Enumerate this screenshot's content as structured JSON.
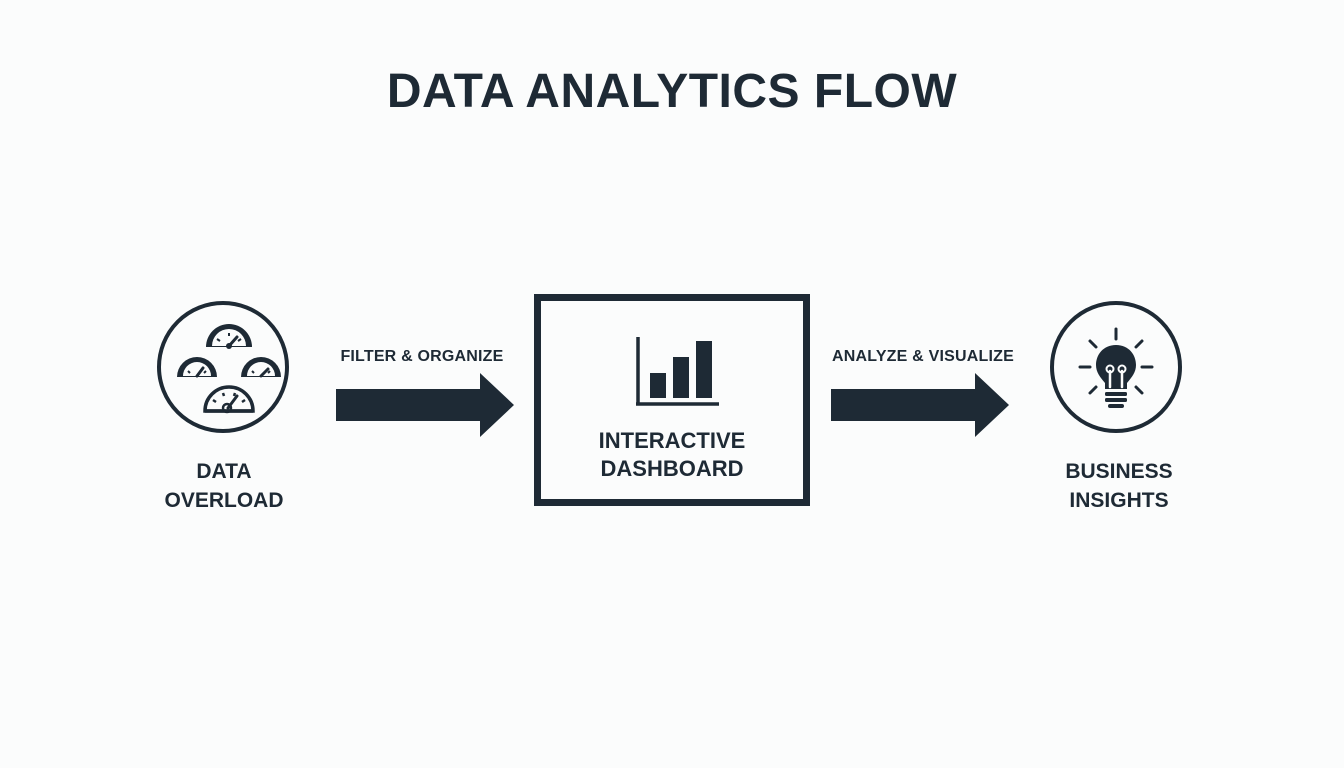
{
  "title": "DATA ANALYTICS FLOW",
  "nodes": {
    "source": {
      "icon": "gauges-icon",
      "label_lines": [
        "DATA",
        "OVERLOAD"
      ]
    },
    "dashboard": {
      "icon": "bar-chart-icon",
      "label_lines": [
        "INTERACTIVE",
        "DASHBOARD"
      ]
    },
    "output": {
      "icon": "lightbulb-icon",
      "label_lines": [
        "BUSINESS",
        "INSIGHTS"
      ]
    }
  },
  "edges": [
    {
      "from": "source",
      "to": "dashboard",
      "label": "FILTER & ORGANIZE"
    },
    {
      "from": "dashboard",
      "to": "output",
      "label": "ANALYZE & VISUALIZE"
    }
  ],
  "colors": {
    "ink": "#1e2a35",
    "background": "#fbfcfc"
  }
}
